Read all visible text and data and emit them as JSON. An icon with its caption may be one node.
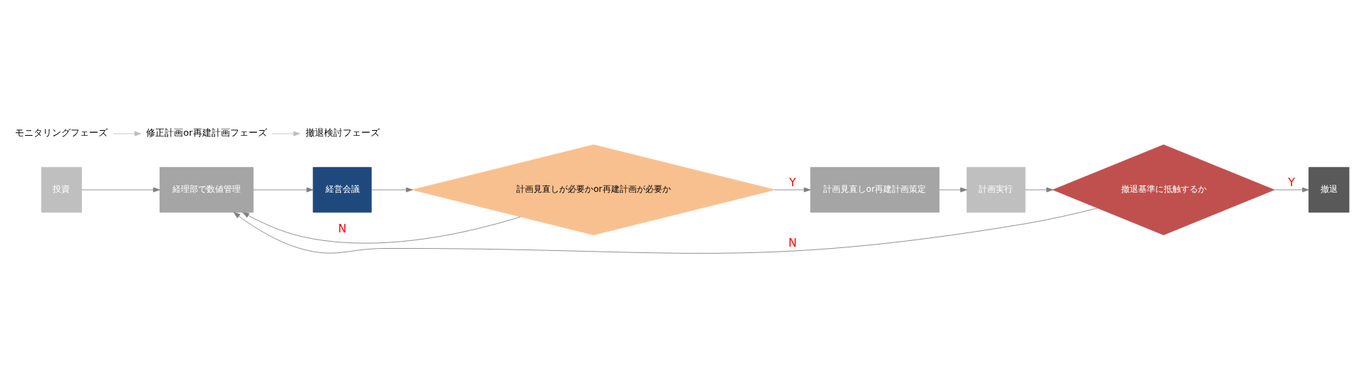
{
  "diagram": {
    "nodes": [
      {
        "text": [
          "投資"
        ]
      },
      {
        "text": [
          "経理部で数値管理"
        ]
      },
      {
        "text": [
          "経営会議"
        ]
      },
      {
        "text": [
          "計画見直しが必要かor再建計画が必要か"
        ]
      },
      {
        "text": [
          "計画見直しor再建計画策定"
        ]
      },
      {
        "text": [
          "計画実行"
        ]
      },
      {
        "text": [
          "撤退基準に抵触するか"
        ]
      },
      {
        "text": [
          "撤退"
        ]
      },
      {
        "text": [
          "モニタリングフェーズ"
        ]
      },
      {
        "text": [
          "修正計画or再建計画フェーズ"
        ]
      },
      {
        "text": [
          "撤退検討フェーズ"
        ]
      }
    ],
    "edges": [
      {
        "from": 0,
        "to": 1,
        "arrow": "to"
      },
      {
        "from": 1,
        "to": 2,
        "arrow": "to"
      },
      {
        "from": 2,
        "to": 3,
        "arrow": "to"
      },
      {
        "from": 3,
        "to": 4,
        "arrow": "to",
        "label": "Y"
      },
      {
        "from": 4,
        "to": 5,
        "arrow": "to"
      },
      {
        "from": 5,
        "to": 6,
        "arrow": "to"
      },
      {
        "from": 6,
        "to": 7,
        "arrow": "to",
        "label": "Y"
      },
      {
        "from": 3,
        "to": 1,
        "arrow": "to",
        "label": "N"
      },
      {
        "from": 6,
        "to": 1,
        "arrow": "to",
        "label": "N"
      },
      {
        "from": 8,
        "to": 9,
        "arrow": "to",
        "color": "#bfbfbf"
      },
      {
        "from": 9,
        "to": 10,
        "arrow": "to",
        "color": "#bfbfbf"
      }
    ]
  }
}
